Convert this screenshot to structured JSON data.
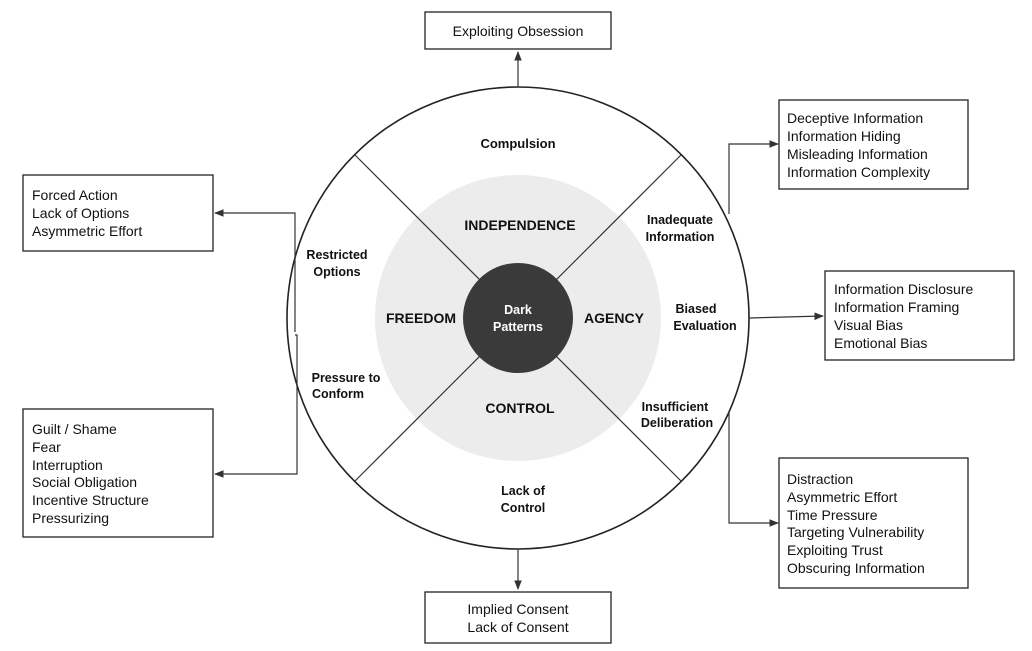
{
  "core": [
    "Dark",
    "Patterns"
  ],
  "dimensions": {
    "top": "INDEPENDENCE",
    "left": "FREEDOM",
    "right": "AGENCY",
    "bottom": "CONTROL"
  },
  "segments": {
    "compulsion": "Compulsion",
    "restricted_options": [
      "Restricted",
      "Options"
    ],
    "pressure_to_conform": [
      "Pressure to",
      "Conform"
    ],
    "inadequate_information": [
      "Inadequate",
      "Information"
    ],
    "biased_evaluation": [
      "Biased",
      "Evaluation"
    ],
    "insufficient_deliberation": [
      "Insufficient",
      "Deliberation"
    ],
    "lack_of_control": [
      "Lack of",
      "Control"
    ]
  },
  "boxes": {
    "exploiting_obsession": [
      "Exploiting Obsession"
    ],
    "restricted_options": [
      "Forced Action",
      "Lack of Options",
      "Asymmetric Effort"
    ],
    "pressure_to_conform": [
      "Guilt / Shame",
      "Fear",
      "Interruption",
      "Social Obligation",
      "Incentive Structure",
      "Pressurizing"
    ],
    "inadequate_information": [
      "Deceptive Information",
      "Information Hiding",
      "Misleading Information",
      "Information Complexity"
    ],
    "biased_evaluation": [
      "Information Disclosure",
      "Information Framing",
      "Visual Bias",
      "Emotional Bias"
    ],
    "insufficient_deliberation": [
      "Distraction",
      "Asymmetric Effort",
      "Time Pressure",
      "Targeting Vulnerability",
      "Exploiting Trust",
      "Obscuring Information"
    ],
    "lack_of_control": [
      "Implied Consent",
      "Lack of Consent"
    ]
  }
}
